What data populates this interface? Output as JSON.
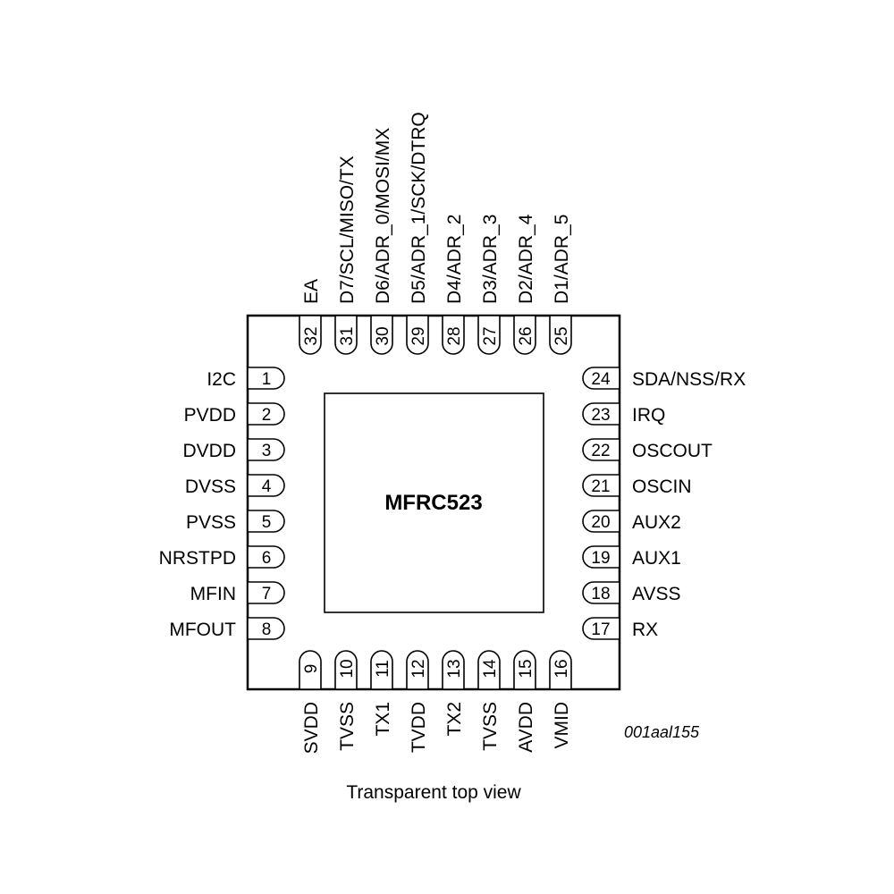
{
  "chip_name": "MFRC523",
  "figure_ref": "001aal155",
  "caption": "Transparent top view",
  "pins": {
    "left": [
      {
        "num": "1",
        "name": "I2C"
      },
      {
        "num": "2",
        "name": "PVDD"
      },
      {
        "num": "3",
        "name": "DVDD"
      },
      {
        "num": "4",
        "name": "DVSS"
      },
      {
        "num": "5",
        "name": "PVSS"
      },
      {
        "num": "6",
        "name": "NRSTPD"
      },
      {
        "num": "7",
        "name": "MFIN"
      },
      {
        "num": "8",
        "name": "MFOUT"
      }
    ],
    "bottom": [
      {
        "num": "9",
        "name": "SVDD"
      },
      {
        "num": "10",
        "name": "TVSS"
      },
      {
        "num": "11",
        "name": "TX1"
      },
      {
        "num": "12",
        "name": "TVDD"
      },
      {
        "num": "13",
        "name": "TX2"
      },
      {
        "num": "14",
        "name": "TVSS"
      },
      {
        "num": "15",
        "name": "AVDD"
      },
      {
        "num": "16",
        "name": "VMID"
      }
    ],
    "right": [
      {
        "num": "24",
        "name": "SDA/NSS/RX"
      },
      {
        "num": "23",
        "name": "IRQ"
      },
      {
        "num": "22",
        "name": "OSCOUT"
      },
      {
        "num": "21",
        "name": "OSCIN"
      },
      {
        "num": "20",
        "name": "AUX2"
      },
      {
        "num": "19",
        "name": "AUX1"
      },
      {
        "num": "18",
        "name": "AVSS"
      },
      {
        "num": "17",
        "name": "RX"
      }
    ],
    "top": [
      {
        "num": "32",
        "name": "EA"
      },
      {
        "num": "31",
        "name": "D7/SCL/MISO/TX"
      },
      {
        "num": "30",
        "name": "D6/ADR_0/MOSI/MX"
      },
      {
        "num": "29",
        "name": "D5/ADR_1/SCK/DTRQ"
      },
      {
        "num": "28",
        "name": "D4/ADR_2"
      },
      {
        "num": "27",
        "name": "D3/ADR_3"
      },
      {
        "num": "26",
        "name": "D2/ADR_4"
      },
      {
        "num": "25",
        "name": "D1/ADR_5"
      }
    ]
  }
}
